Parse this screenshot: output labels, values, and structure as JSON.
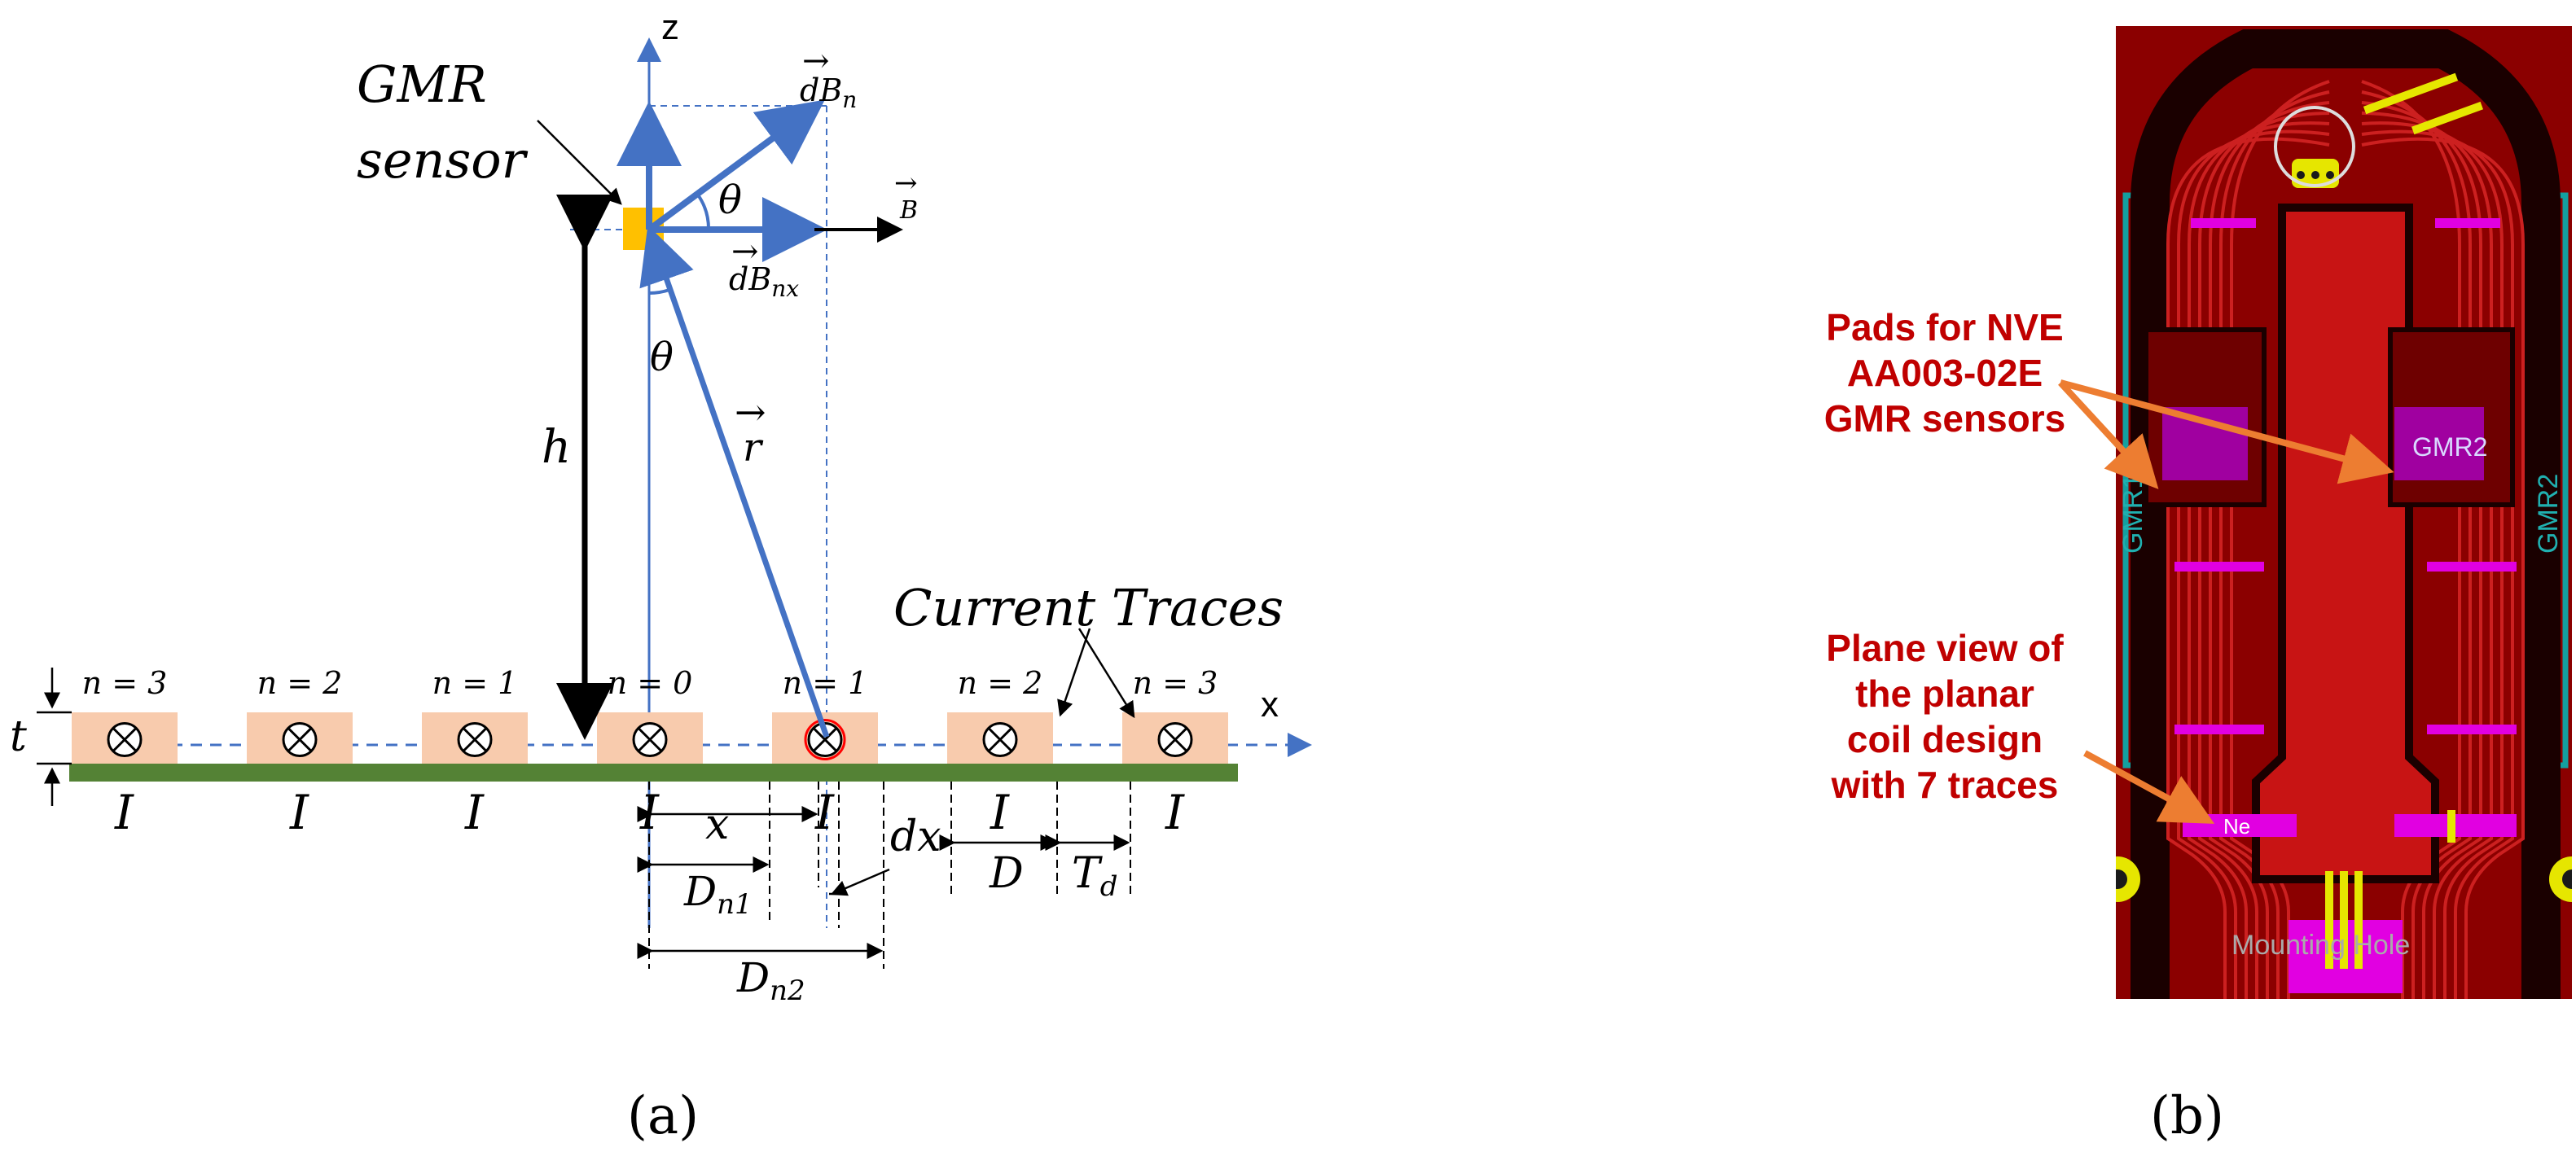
{
  "panel_a": {
    "caption": "(a)",
    "axis_z": "z",
    "axis_x": "x",
    "sensor_label_line1": "GMR",
    "sensor_label_line2": "sensor",
    "vec_dBn": "dB",
    "vec_dBn_sub": "n",
    "vec_B": "B",
    "vec_dBnx": "dB",
    "vec_dBnx_sub": "nx",
    "vec_r": "r",
    "theta": "θ",
    "h": "h",
    "current_traces": "Current Traces",
    "t": "t",
    "x": "x",
    "dx": "dx",
    "D": "D",
    "Td": "T",
    "Td_sub": "d",
    "Dn1": "D",
    "Dn1_sub": "n1",
    "Dn2": "D",
    "Dn2_sub": "n2",
    "current_symbol": "I",
    "trace_labels": [
      "n = 3",
      "n = 2",
      "n = 1",
      "n = 0",
      "n = 1",
      "n = 2",
      "n = 3"
    ],
    "colors": {
      "trace_fill": "#f8cbad",
      "board": "#548235",
      "vector_blue": "#4472c4",
      "sensor": "#ffc000"
    }
  },
  "panel_b": {
    "caption": "(b)",
    "annotation_pads": [
      "Pads for NVE",
      "AA003-02E",
      "GMR sensors"
    ],
    "annotation_plane": [
      "Plane view of",
      "the planar",
      "coil design",
      "with 7 traces"
    ],
    "board_labels": {
      "gmr1": "GMR1",
      "gmr2": "GMR2",
      "gmr2_pad": "GMR2",
      "mounting_hole": "Mounting Hole",
      "net_partial": "Ne"
    },
    "colors": {
      "annotation_text": "#c00000",
      "arrow": "#ed7d31",
      "pcb_red": "#8b0000",
      "copper": "#c81414",
      "magenta": "#e100e1",
      "yellow": "#e6e600",
      "teal": "#14a0a0"
    }
  }
}
